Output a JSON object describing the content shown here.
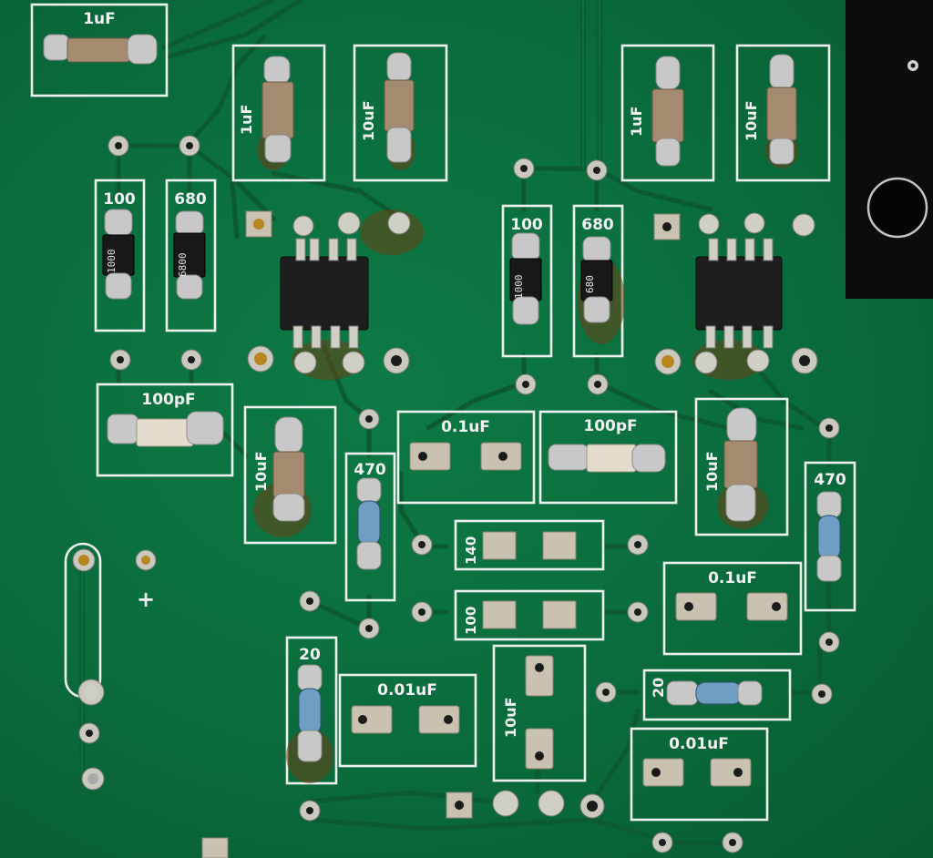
{
  "image": {
    "subject": "Green circuit board with soldered components",
    "silkscreen": {
      "cap_top_left": "1uF",
      "cap_1uF_a": "1uF",
      "cap_10uF_a": "10uF",
      "cap_1uF_b": "1uF",
      "cap_10uF_b": "10uF",
      "res_100_a": "100",
      "res_680_a": "680",
      "res_100_b": "100",
      "res_680_b": "680",
      "cap_100pF_a": "100pF",
      "cap_100pF_b": "100pF",
      "cap_10uF_c": "10uF",
      "cap_10uF_d": "10uF",
      "res_470_a": "470",
      "res_470_b": "470",
      "cap_0_1uF_a": "0.1uF",
      "cap_0_1uF_b": "0.1uF",
      "res_140": "140",
      "res_100_c": "100",
      "res_20_a": "20",
      "res_20_b": "20",
      "cap_0_01uF_a": "0.01uF",
      "cap_0_01uF_b": "0.01uF",
      "cap_10uF_e": "10uF",
      "plus_mark": "+"
    },
    "part_markings": {
      "res_100_a": "1000",
      "res_680_a": "6800",
      "res_100_b": "1000",
      "res_680_b": "680"
    },
    "colors": {
      "board": "#0a6b3c",
      "silkscreen": "#eef2ee",
      "solder": "#cfcfc6",
      "chip": "#1e1e1e"
    }
  }
}
